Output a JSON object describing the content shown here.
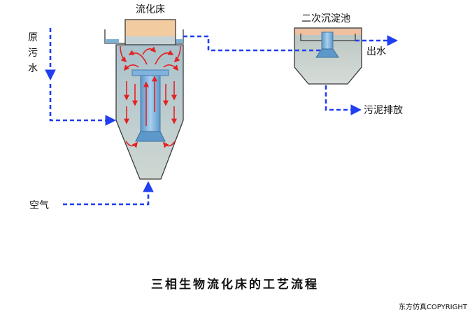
{
  "labels": {
    "fluidized_bed": "流化床",
    "raw_water_1": "原",
    "raw_water_2": "污",
    "raw_water_3": "水",
    "secondary_clarifier": "二次沉淀池",
    "effluent": "出水",
    "sludge_discharge": "污泥排放",
    "air": "空气"
  },
  "title": "三相生物流化床的工艺流程",
  "watermark": "东方仿真COPYRIGHT",
  "colors": {
    "pipe": "#1f3ff0",
    "flow_arrow": "#e32222",
    "vessel_top": "#f2cba0",
    "vessel_body": "#c9d3cf",
    "riser": "#7fb2dc"
  }
}
